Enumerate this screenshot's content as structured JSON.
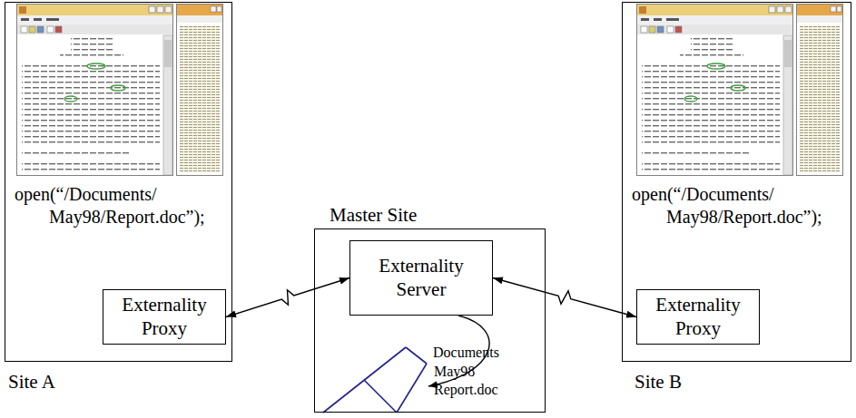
{
  "diagram": {
    "nodes": [
      {
        "text": [
          "open(“/Documents/ May98/Report.doc”);",
          "Site A"
        ]
      },
      {
        "text": [
          "Externality Proxy"
        ],
        "in": 0
      },
      {
        "text": [
          "Master Site"
        ]
      },
      {
        "text": [
          "Externality Server"
        ],
        "in": 2
      },
      {
        "text": [
          "open(“/Documents/ May98/Report.doc”);",
          "Site B"
        ]
      },
      {
        "text": [
          "Externality Proxy"
        ],
        "in": 4
      }
    ],
    "edges": [
      {
        "from": 1,
        "to": 3,
        "arrow": "both"
      },
      {
        "from": 3,
        "to": 5,
        "arrow": "both"
      }
    ],
    "labels": [
      "Documents",
      "May98",
      "Report.doc"
    ]
  }
}
